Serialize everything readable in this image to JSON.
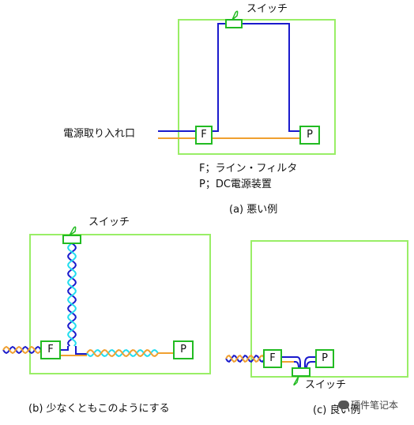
{
  "colors": {
    "frame": "#99ee66",
    "component": "#22bb22",
    "wire_blue": "#1a1acc",
    "wire_orange": "#f0a030",
    "wire_cyan": "#22ddee"
  },
  "diagram_a": {
    "switch_label": "スイッチ",
    "inlet_label": "電源取り入れ口",
    "box_f": "F",
    "box_p": "P",
    "legend_f": "F；ライン・フィルタ",
    "legend_p": "P；DC電源装置",
    "caption": "(a) 悪い例"
  },
  "diagram_b": {
    "switch_label": "スイッチ",
    "box_f": "F",
    "box_p": "P",
    "caption": "(b) 少なくともこのようにする"
  },
  "diagram_c": {
    "switch_label": "スイッチ",
    "box_f": "F",
    "box_p": "P",
    "caption": "(c) 良い例"
  },
  "watermark": {
    "icon": "wechat-bubble-icon",
    "text": "硬件笔记本"
  }
}
